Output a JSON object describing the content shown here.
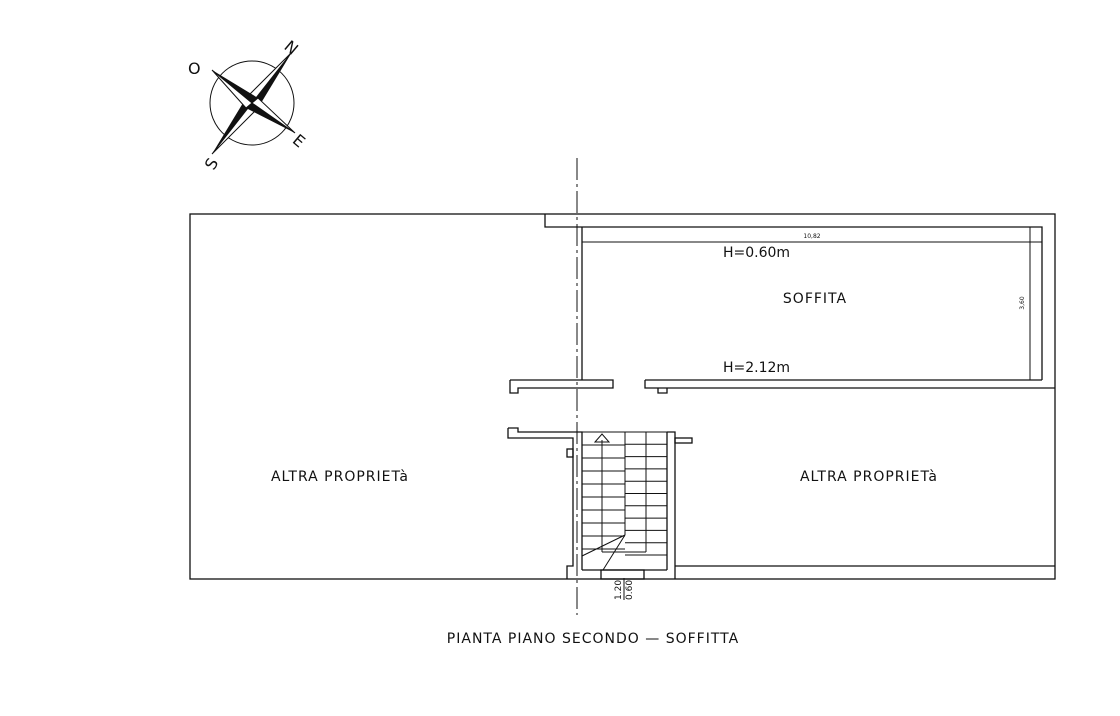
{
  "compass": {
    "north": "N",
    "west": "O",
    "east": "E",
    "south": "S"
  },
  "rooms": {
    "left": "ALTRA PROPRIETà",
    "right": "ALTRA PROPRIETà",
    "attic": "SOFFITA"
  },
  "heights": {
    "low": "H=0.60m",
    "high": "H=2.12m"
  },
  "dimensions": {
    "width": "10,82",
    "depth": "3,60",
    "stair_a": "1.20",
    "stair_b": "0.60"
  },
  "title": "PIANTA PIANO SECONDO — SOFFITTA"
}
